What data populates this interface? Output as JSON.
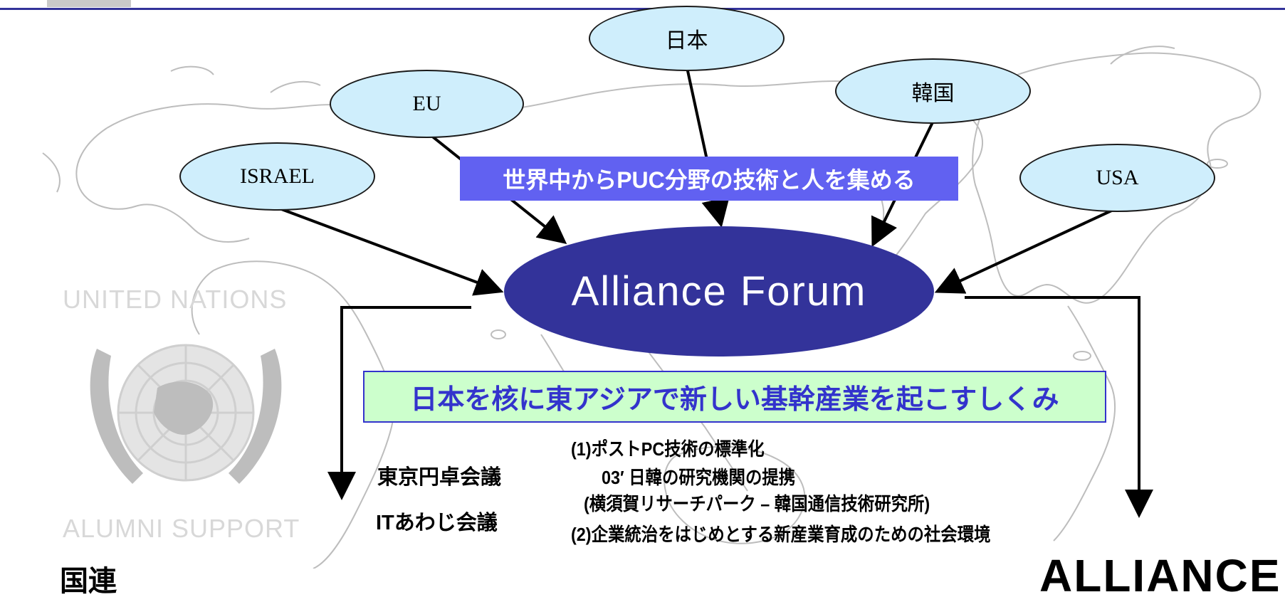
{
  "nodes": {
    "japan": "日本",
    "eu": "EU",
    "korea": "韓国",
    "israel": "ISRAEL",
    "usa": "USA"
  },
  "center": {
    "label": "Alliance Forum"
  },
  "banners": {
    "top": "世界中からPUC分野の技術と人を集める",
    "middle": "日本を核に東アジアで新しい基幹産業を起こすしくみ"
  },
  "meetings": {
    "tokyo": "東京円卓会議",
    "awaji": "ITあわじ会議"
  },
  "details": [
    "(1)ポストPC技術の標準化",
    "03′ 日韓の研究機関の提携",
    "(横須賀リサーチパーク – 韓国通信技術研究所)",
    "(2)企業統治をはじめとする新産業育成のための社会環境"
  ],
  "un_logo": {
    "top_text": "UNITED NATIONS",
    "bottom_text": "ALUMNI SUPPORT"
  },
  "bottom": {
    "left": "国連",
    "right": "ALLIANCE"
  },
  "colors": {
    "forum": "#33339a",
    "node_fill": "#cfeefc",
    "top_banner": "#6161f1",
    "mid_banner_fill": "#ccffcc",
    "mid_banner_text": "#3333cc"
  }
}
